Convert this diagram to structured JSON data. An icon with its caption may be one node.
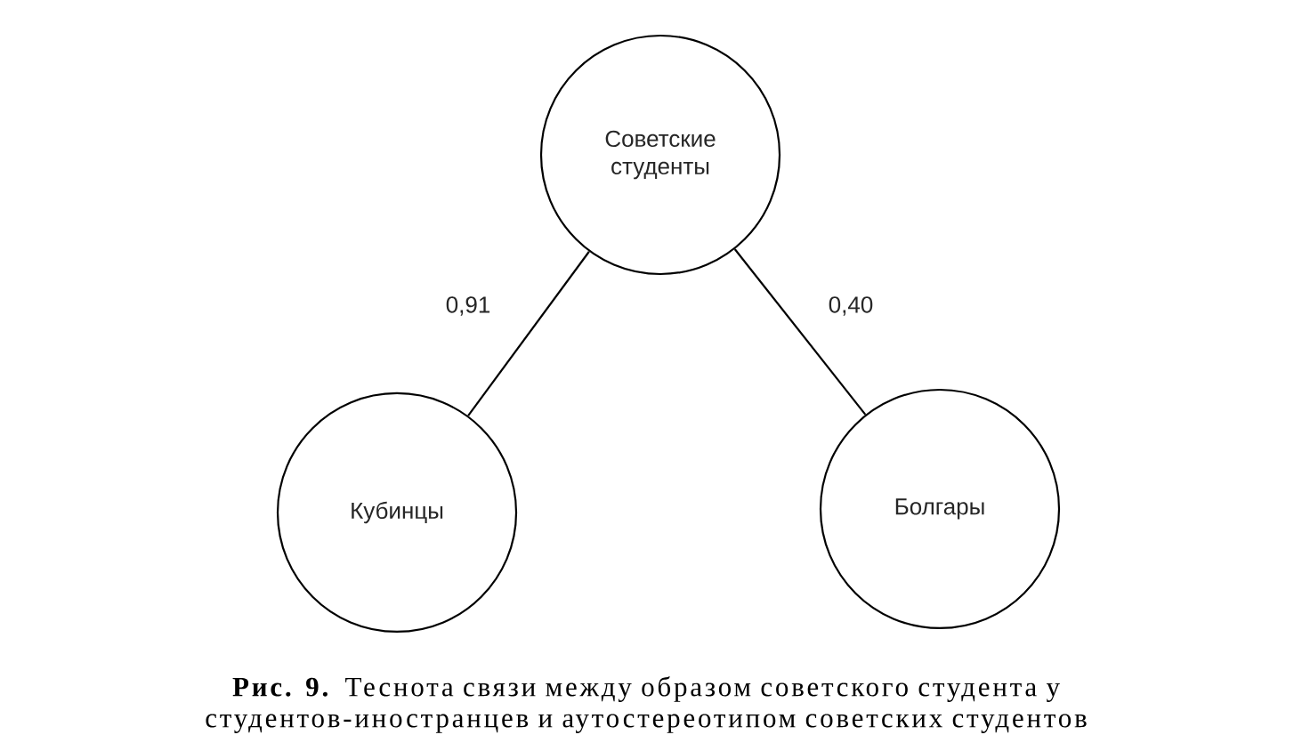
{
  "diagram": {
    "caption": "**Рис. 9.** Теснота связи между образом советского студента у студентов-иностранцев и аутостереотипом советских студентов",
    "nodes": [
      {
        "text": [
          "Советские студенты"
        ]
      },
      {
        "text": [
          "Кубинцы"
        ]
      },
      {
        "text": [
          "Болгары"
        ]
      }
    ],
    "edges": [
      {
        "from": 0,
        "to": 1,
        "arrow": "none",
        "label": "0,91"
      },
      {
        "from": 0,
        "to": 2,
        "arrow": "none",
        "label": "0,40"
      }
    ]
  }
}
